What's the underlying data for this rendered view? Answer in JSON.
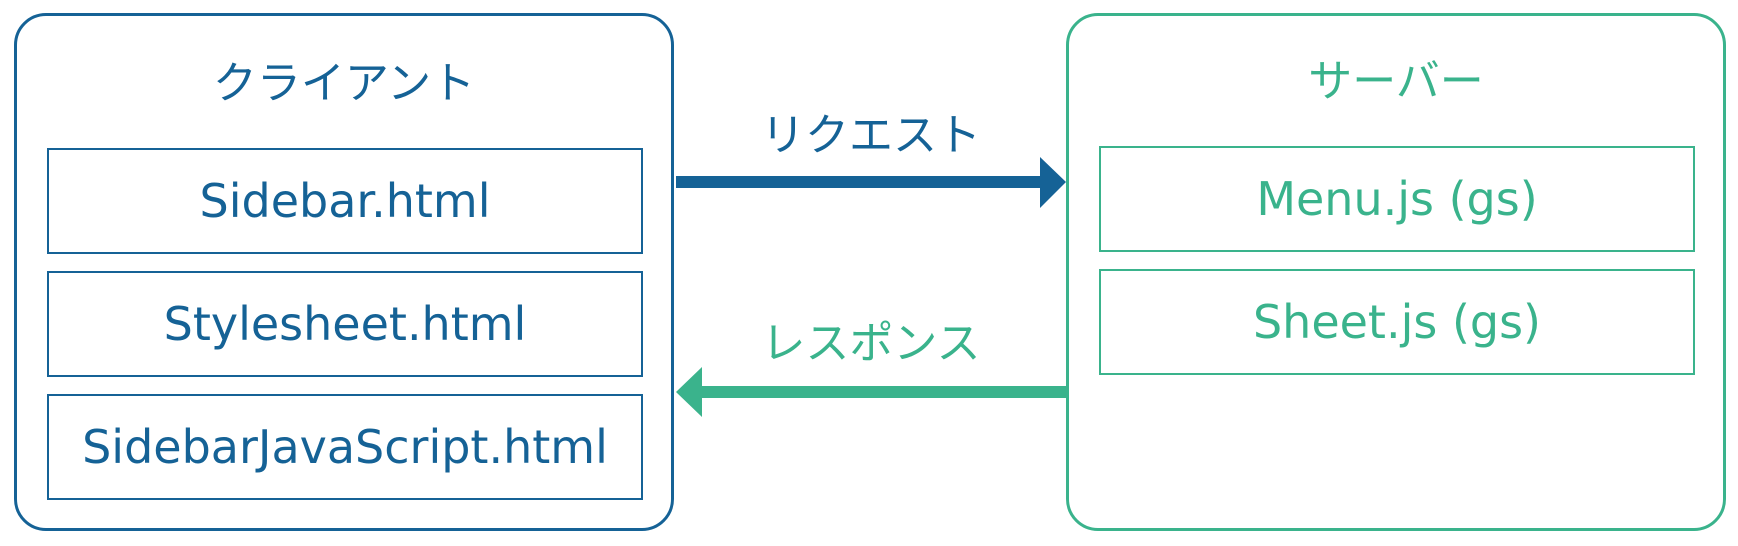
{
  "client": {
    "title": "クライアント",
    "files": [
      "Sidebar.html",
      "Stylesheet.html",
      "SidebarJavaScript.html"
    ]
  },
  "server": {
    "title": "サーバー",
    "files": [
      "Menu.js (gs)",
      "Sheet.js (gs)"
    ]
  },
  "arrows": {
    "request_label": "リクエスト",
    "response_label": "レスポンス"
  },
  "colors": {
    "client": "#156296",
    "server": "#3ab38c"
  }
}
